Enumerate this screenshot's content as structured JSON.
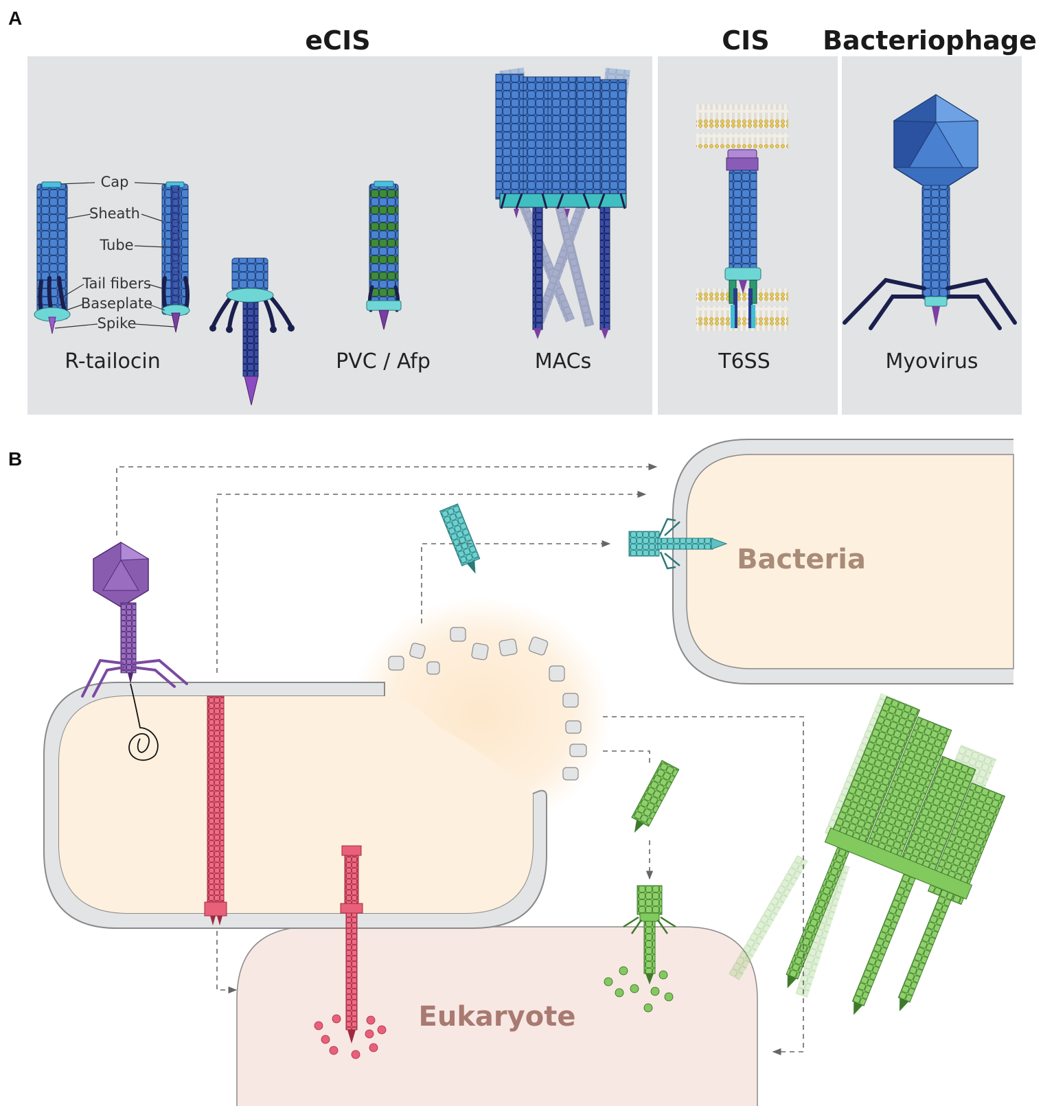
{
  "panel_a": {
    "letter": "A",
    "headers": {
      "ecis": "eCIS",
      "cis": "CIS",
      "phage": "Bacteriophage"
    },
    "parts": {
      "cap": "Cap",
      "sheath": "Sheath",
      "tube": "Tube",
      "tail_fibers": "Tail fibers",
      "baseplate": "Baseplate",
      "spike": "Spike"
    },
    "systems": {
      "r_tailocin": "R-tailocin",
      "pvc_afp": "PVC / Afp",
      "macs": "MACs",
      "t6ss": "T6SS",
      "myovirus": "Myovirus"
    }
  },
  "panel_b": {
    "letter": "B",
    "cells": {
      "bacteria": "Bacteria",
      "eukaryote": "Eukaryote"
    }
  },
  "colors": {
    "panel_bg": "#e1e3e5",
    "sheath_blue": "#3b6fc0",
    "tube_navy": "#2a3b8c",
    "baseplate_teal": "#5cc8c8",
    "spike_purple": "#7a3fa0",
    "pvc_green": "#3e7a3a",
    "t6ss_cap": "#8a5cb8",
    "phage_purple": "#8a5cb0",
    "red_system": "#e05068",
    "green_system": "#7cc55a",
    "teal_system": "#5cc3c3",
    "cell_fill": "#fdf0de",
    "euk_fill": "#f8e8e4",
    "bacteria_text": "#a88c78",
    "eukaryote_text": "#a87a72",
    "membrane_yellow": "#d9b84a"
  }
}
